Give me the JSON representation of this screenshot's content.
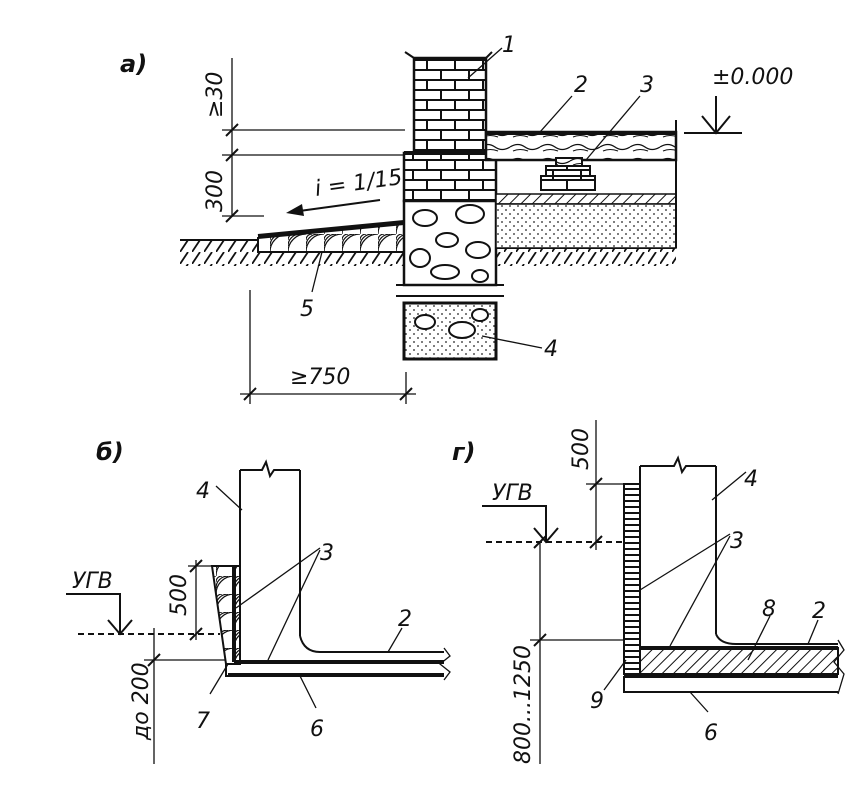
{
  "panels": {
    "a": {
      "label": "а)",
      "dims": {
        "top": "≥30",
        "mid": "300",
        "bottom": "≥750"
      },
      "slope": "i = 1/15",
      "level": "±0.000",
      "callouts": [
        "1",
        "2",
        "3",
        "4",
        "5"
      ]
    },
    "b": {
      "label": "б)",
      "water_level": "УГВ",
      "dims": {
        "height": "500",
        "depth": "до 200"
      },
      "callouts": [
        "4",
        "3",
        "2",
        "7",
        "6"
      ]
    },
    "g": {
      "label": "г)",
      "water_level": "УГВ",
      "dims": {
        "height": "500",
        "depth": "800...1250"
      },
      "callouts": [
        "4",
        "3",
        "8",
        "2",
        "9",
        "6"
      ]
    }
  }
}
